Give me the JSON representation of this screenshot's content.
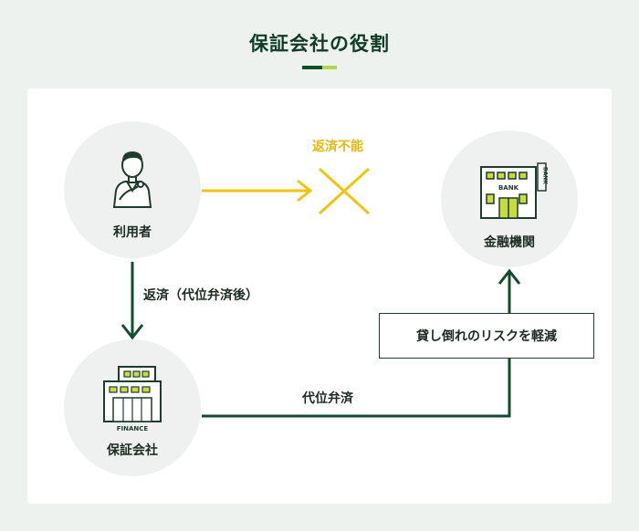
{
  "header": {
    "title": "保証会社の役割"
  },
  "nodes": {
    "user": {
      "label": "利用者"
    },
    "bank": {
      "label": "金融機関",
      "sign_text": "BANK",
      "building_text": "BANK"
    },
    "guarantor": {
      "label": "保証会社",
      "building_text": "FINANCE"
    }
  },
  "flows": {
    "default_label": "返済不能",
    "repayment_label": "返済（代位弁済後）",
    "subrogation_label": "代位弁済"
  },
  "callout": {
    "text": "貸し倒れのリスクを軽減"
  },
  "colors": {
    "dark_green": "#0f4d2b",
    "accent_yellow": "#f1c40f",
    "light_green": "#b7d74a"
  }
}
